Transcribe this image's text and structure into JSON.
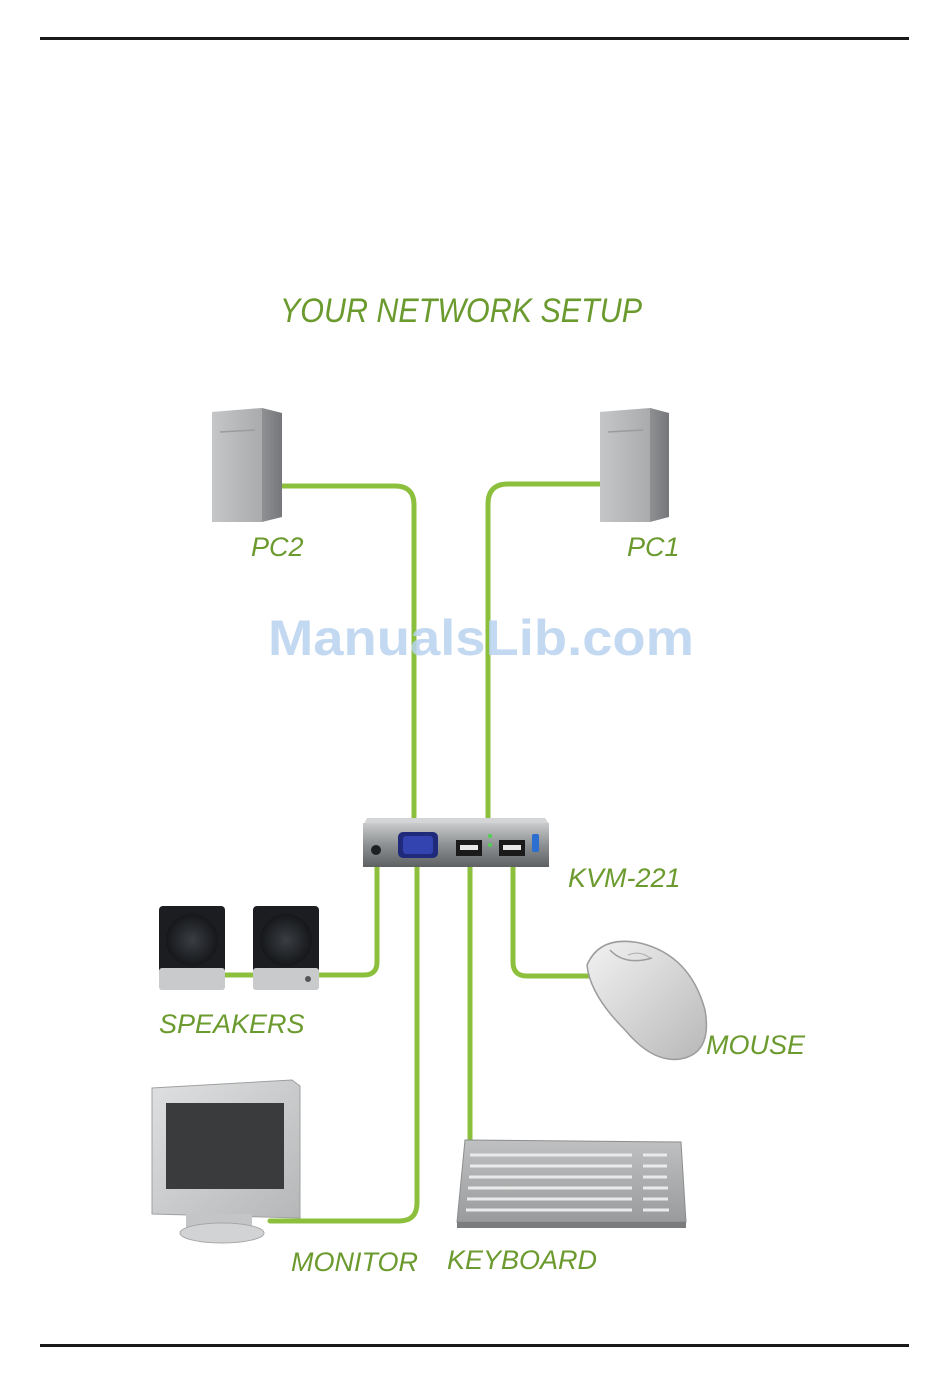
{
  "title": "YOUR NETWORK SETUP",
  "watermark": "ManualsLib.com",
  "colors": {
    "accent": "#6b9a2e",
    "cable": "#8cbf3c",
    "rule": "#1a1a1a",
    "watermark": "#b9d3ef"
  },
  "nodes": {
    "pc2": {
      "label": "PC2",
      "icon": "computer-tower-icon"
    },
    "pc1": {
      "label": "PC1",
      "icon": "computer-tower-icon"
    },
    "kvm": {
      "label": "KVM-221",
      "icon": "kvm-switch-icon"
    },
    "speakers": {
      "label": "SPEAKERS",
      "icon": "speakers-icon"
    },
    "mouse": {
      "label": "MOUSE",
      "icon": "mouse-icon"
    },
    "monitor": {
      "label": "MONITOR",
      "icon": "monitor-icon"
    },
    "keyboard": {
      "label": "KEYBOARD",
      "icon": "keyboard-icon"
    }
  },
  "connections": [
    {
      "from": "pc2",
      "to": "kvm"
    },
    {
      "from": "pc1",
      "to": "kvm"
    },
    {
      "from": "kvm",
      "to": "speakers"
    },
    {
      "from": "kvm",
      "to": "monitor"
    },
    {
      "from": "kvm",
      "to": "keyboard"
    },
    {
      "from": "kvm",
      "to": "mouse"
    }
  ]
}
